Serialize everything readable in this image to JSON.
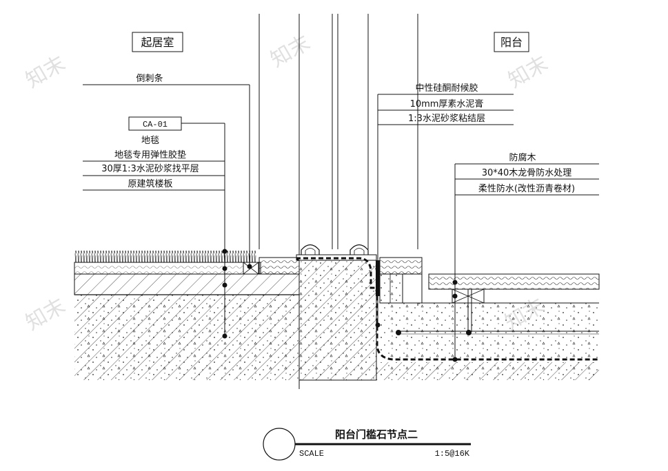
{
  "rooms": {
    "left": "起居室",
    "right": "阳台"
  },
  "left_labels": {
    "strip": "倒刺条",
    "code": "CA-01",
    "carpet": "地毯",
    "pad": "地毯专用弹性胶垫",
    "screed": "30厚1:3水泥砂浆找平层",
    "slab": "原建筑楼板"
  },
  "center_labels": {
    "sealant": "中性硅酮耐候胶",
    "cement_paste": "10mm厚素水泥膏",
    "mortar": "1:3水泥砂浆粘结层"
  },
  "right_labels": {
    "wood": "防腐木",
    "joist": "30*40木龙骨防水处理",
    "membrane": "柔性防水(改性沥青卷材)"
  },
  "title_block": {
    "title": "阳台门槛石节点二",
    "scale_label": "SCALE",
    "scale_value": "1:5@16K"
  },
  "watermark": "知末"
}
